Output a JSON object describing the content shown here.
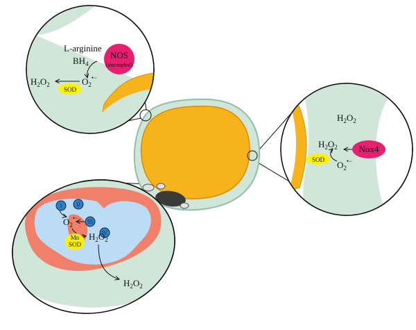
{
  "colors": {
    "cytoplasm": "#cfe6d8",
    "cytoplasm_stroke": "#9cc8b2",
    "nucleus": "#f6b31b",
    "nucleus_dark": "#d98c00",
    "nos": "#e61f6e",
    "nox4": "#e61f6e",
    "sod": "#fff200",
    "mito_outer": "#f0806a",
    "mito_inner": "#bcdcf5",
    "complex": "#2f7fc4",
    "vacuole": "#3a3a3a"
  },
  "top_left_inset": {
    "substrate": "L-arginine",
    "cofactor": "BH",
    "cofactor_sub": "4",
    "enzyme": "NOS",
    "enzyme_note": "(uncoupled)",
    "product": "O",
    "product_sub": "2",
    "product_sup": "•−",
    "sod_label": "SOD",
    "h2o2_h": "H",
    "h2o2_sub1": "2",
    "h2o2_o": "O",
    "h2o2_sub2": "2"
  },
  "right_inset": {
    "top_h2o2_h": "H",
    "top_h2o2_sub1": "2",
    "top_h2o2_o": "O",
    "top_h2o2_sub2": "2",
    "mid_h2o2_h": "H",
    "mid_h2o2_sub1": "2",
    "mid_h2o2_o": "O",
    "mid_h2o2_sub2": "2",
    "enzyme": "Nox4",
    "sod_label": "SOD",
    "superoxide": "O",
    "superoxide_sub": "2",
    "superoxide_sup": "•−"
  },
  "mito_inset": {
    "complexes": [
      "I",
      "II",
      "III",
      "IV"
    ],
    "superoxide": "O",
    "superoxide_sub": "2",
    "superoxide_sup": "•−",
    "mnsod_line1": "Mn",
    "mnsod_line2": "SOD",
    "h2o2_h": "H",
    "h2o2_sub1": "2",
    "h2o2_o": "O",
    "h2o2_sub2": "2",
    "out_h2o2_h": "H",
    "out_h2o2_sub1": "2",
    "out_h2o2_o": "O",
    "out_h2o2_sub2": "2"
  }
}
